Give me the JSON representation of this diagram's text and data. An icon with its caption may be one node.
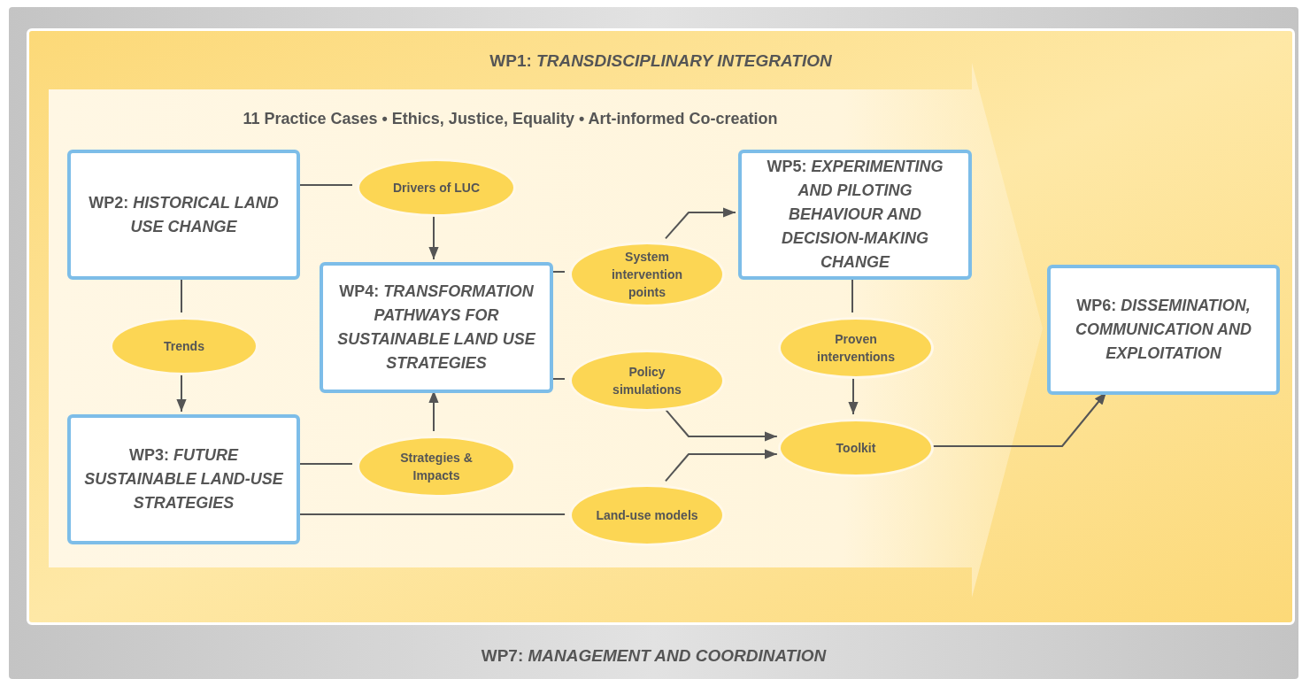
{
  "diagram": {
    "nodes": [
      {
        "text": [
          "WP7: *MANAGEMENT AND COORDINATION*"
        ]
      },
      {
        "text": [
          "WP1: *TRANSDISCIPLINARY INTEGRATION*"
        ],
        "in": 0
      },
      {
        "text": [
          "11 Practice Cases • Ethics, Justice, Equality • Art-informed Co-creation"
        ],
        "in": 1
      },
      {
        "text": [
          "WP2: *HISTORICAL LAND USE CHANGE*"
        ],
        "in": 2
      },
      {
        "text": [
          "Drivers of LUC"
        ],
        "in": 2
      },
      {
        "text": [
          "Trends"
        ],
        "in": 2
      },
      {
        "text": [
          "WP4: *TRANSFORMATION PATHWAYS FOR SUSTAINABLE LAND USE STRATEGIES*"
        ],
        "in": 2
      },
      {
        "text": [
          "System intervention points"
        ],
        "in": 2
      },
      {
        "text": [
          "WP5: *EXPERIMENTING AND PILOTING BEHAVIOUR AND DECISION-MAKING CHANGE*"
        ],
        "in": 2
      },
      {
        "text": [
          "Policy simulations"
        ],
        "in": 2
      },
      {
        "text": [
          "Proven interventions"
        ],
        "in": 2
      },
      {
        "text": [
          "WP3: *FUTURE SUSTAINABLE LAND-USE STRATEGIES*"
        ],
        "in": 2
      },
      {
        "text": [
          "Strategies & Impacts"
        ],
        "in": 2
      },
      {
        "text": [
          "Toolkit"
        ],
        "in": 2
      },
      {
        "text": [
          "Land-use models"
        ],
        "in": 2
      },
      {
        "text": [
          "WP6: *DISSEMINATION, COMMUNICATION AND EXPLOITATION*"
        ],
        "in": 1
      }
    ],
    "edges": [
      {
        "from": 3,
        "to": 4,
        "arrow": "none"
      },
      {
        "from": 4,
        "to": 6,
        "arrow": "to"
      },
      {
        "from": 3,
        "to": 5,
        "arrow": "none"
      },
      {
        "from": 5,
        "to": 11,
        "arrow": "to"
      },
      {
        "from": 6,
        "to": 7,
        "arrow": "none"
      },
      {
        "from": 7,
        "to": 8,
        "arrow": "to"
      },
      {
        "from": 6,
        "to": 9,
        "arrow": "none"
      },
      {
        "from": 9,
        "to": 13,
        "arrow": "to"
      },
      {
        "from": 8,
        "to": 10,
        "arrow": "none"
      },
      {
        "from": 10,
        "to": 13,
        "arrow": "to"
      },
      {
        "from": 11,
        "to": 12,
        "arrow": "none"
      },
      {
        "from": 12,
        "to": 6,
        "arrow": "to"
      },
      {
        "from": 11,
        "to": 14,
        "arrow": "none"
      },
      {
        "from": 14,
        "to": 13,
        "arrow": "to"
      },
      {
        "from": 13,
        "to": 15,
        "arrow": "to"
      }
    ]
  }
}
